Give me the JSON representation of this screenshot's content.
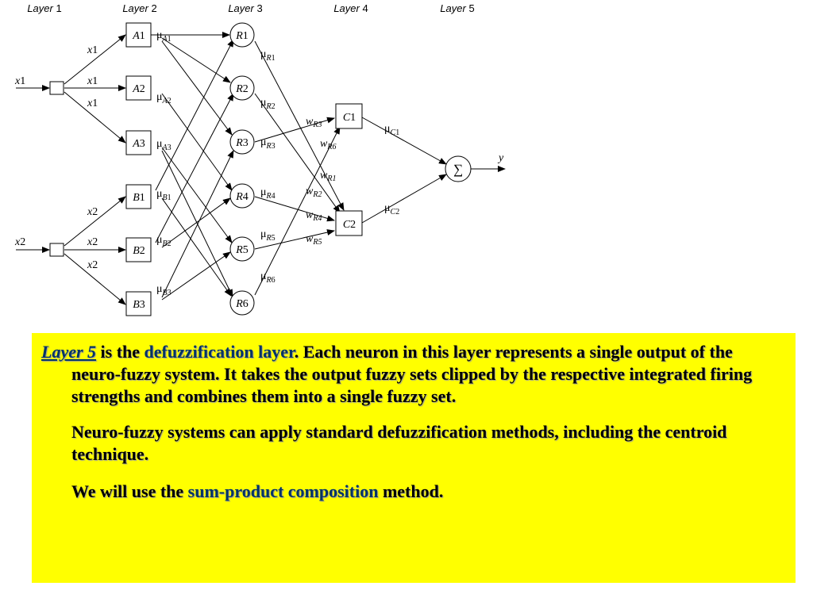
{
  "diagram": {
    "layers": [
      "Layer 1",
      "Layer 2",
      "Layer 3",
      "Layer 4",
      "Layer 5"
    ],
    "inputs": [
      "x1",
      "x2"
    ],
    "inputs_var": [
      "x",
      "x"
    ],
    "inputs_num": [
      "1",
      "1",
      "1",
      "2",
      "2",
      "2"
    ],
    "input_edge_var": "x",
    "fuzzy_sets": [
      "A1",
      "A2",
      "A3",
      "B1",
      "B2",
      "B3"
    ],
    "fuzzy_letters": [
      "A",
      "A",
      "A",
      "B",
      "B",
      "B"
    ],
    "fuzzy_nums": [
      "1",
      "2",
      "3",
      "1",
      "2",
      "3"
    ],
    "mu": "μ",
    "rules": [
      "R1",
      "R2",
      "R3",
      "R4",
      "R5",
      "R6"
    ],
    "rule_letter": "R",
    "rule_nums": [
      "1",
      "2",
      "3",
      "4",
      "5",
      "6"
    ],
    "consequents": [
      "C1",
      "C2"
    ],
    "cons_letter": "C",
    "cons_nums": [
      "1",
      "2"
    ],
    "weights": [
      "wR3",
      "wR6",
      "wR1",
      "wR2",
      "wR4",
      "wR5"
    ],
    "w_letter": "w",
    "w_subs": [
      "R3",
      "R6",
      "R1",
      "R2",
      "R4",
      "R5"
    ],
    "sum_symbol": "∑",
    "output": "y"
  },
  "slide": {
    "term": "Layer 5",
    "is_the": " is the ",
    "key_term": "defuzzification layer",
    "p1_rest": ".  Each neuron in this layer represents a single output of the neuro-fuzzy system.  It takes the output fuzzy sets clipped by the respective integrated firing strengths and combines them into a single fuzzy set.",
    "p2": "Neuro-fuzzy systems can apply standard defuzzification methods, including the centroid technique.",
    "p3_pre": "We will use the ",
    "p3_key": "sum-product composition",
    "p3_post": " method."
  }
}
